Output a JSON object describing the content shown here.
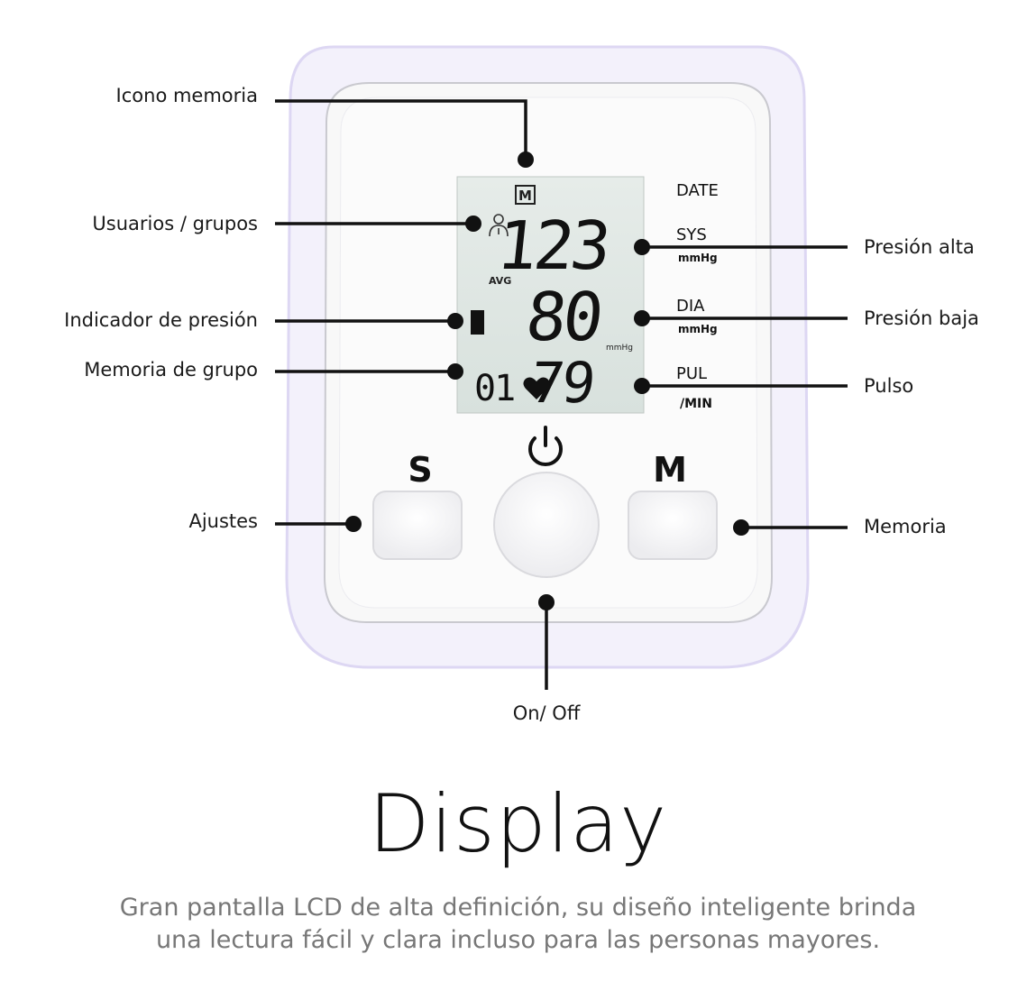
{
  "callouts": {
    "icono_memoria": "Icono memoria",
    "usuarios_grupos": "Usuarios / grupos",
    "indicador_presion": "Indicador de presión",
    "memoria_grupo": "Memoria de grupo",
    "ajustes": "Ajustes",
    "presion_alta": "Presión alta",
    "presion_baja": "Presión baja",
    "pulso": "Pulso",
    "memoria": "Memoria",
    "on_off": "On/ Off"
  },
  "lcd": {
    "memory_badge": "M",
    "avg": "AVG",
    "systolic": "123",
    "diastolic": "80",
    "pulse": "79",
    "group": "01",
    "unit_small": "mmHg"
  },
  "panel_labels": {
    "date": "DATE",
    "sys": "SYS",
    "sys_unit": "mmHg",
    "dia": "DIA",
    "dia_unit": "mmHg",
    "pul": "PUL",
    "pul_unit": "/MIN"
  },
  "buttons": {
    "s_label": "S",
    "m_label": "M"
  },
  "heading": "Display",
  "description": {
    "line1": "Gran pantalla LCD de alta definición, su diseño inteligente brinda",
    "line2": "una lectura fácil y clara incluso para las personas mayores."
  },
  "colors": {
    "lcd_background": "#dfe7e3",
    "device_border": "#d9d3f3",
    "callout_line": "#111111"
  }
}
